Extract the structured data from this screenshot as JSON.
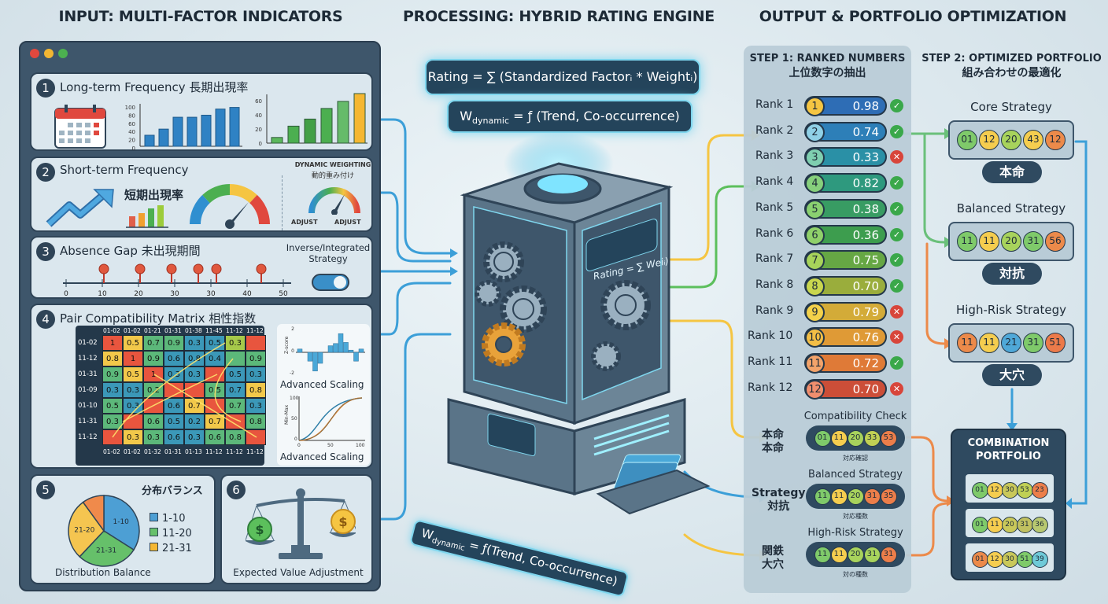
{
  "headers": {
    "input": "INPUT: MULTI-FACTOR INDICATORS",
    "processing": "PROCESSING: HYBRID RATING ENGINE",
    "output": "OUTPUT & PORTFOLIO OPTIMIZATION"
  },
  "window_dots": [
    "#e0483e",
    "#f2b632",
    "#4cb050"
  ],
  "panels": {
    "p1": {
      "num": "1",
      "title": "Long-term Frequency 長期出現率",
      "chart_a": {
        "ticks": [
          "100",
          "80",
          "60",
          "40",
          "20",
          "0"
        ],
        "values": [
          27,
          42,
          71,
          71,
          76,
          91,
          95
        ],
        "color": "#2f82c4"
      },
      "chart_b": {
        "ticks": [
          "60",
          "40",
          "20",
          "0"
        ],
        "values": [
          8,
          24,
          34,
          49,
          59,
          70
        ],
        "colors": [
          "#5cb85c",
          "#4caf50",
          "#43a047",
          "#4caf50",
          "#66bb6a",
          "#f5b731"
        ]
      }
    },
    "p2": {
      "num": "2",
      "title": "Short-term Frequency",
      "title_jp": "短期出現率",
      "dyn_title": "DYNAMIC WEIGHTING",
      "dyn_jp": "動的重み付け",
      "adjust_left": "ADJUST",
      "adjust_right": "ADJUST"
    },
    "p3": {
      "num": "3",
      "title": "Absence Gap 未出現期間",
      "axis": [
        "0",
        "10",
        "20",
        "30",
        "30",
        "40",
        "50"
      ],
      "toggle_label": "Inverse/Integrated Strategy",
      "toggle_on": true
    },
    "p4": {
      "num": "4",
      "title": "Pair Compatibility Matrix 相性指数",
      "row_headers": [
        "01-02",
        "11-12",
        "01-31",
        "01-09",
        "01-10",
        "11-31",
        "11-12"
      ],
      "col_headers_top": [
        "01-02",
        "01-02",
        "01-21",
        "01-31",
        "01-38",
        "11-45",
        "11-12",
        "11-12"
      ],
      "col_headers_bottom": [
        "01-02",
        "01-02",
        "01-32",
        "01-31",
        "01-13",
        "11-12",
        "11-12",
        "11-12"
      ],
      "cells": [
        [
          [
            "1",
            "r"
          ],
          [
            "0.5",
            "y"
          ],
          [
            "0.7",
            "g"
          ],
          [
            "0.9",
            "g"
          ],
          [
            "0.3",
            "b"
          ],
          [
            "0.5",
            "b"
          ],
          [
            "0.3",
            "l"
          ],
          [
            "",
            "r"
          ]
        ],
        [
          [
            "0.8",
            "y"
          ],
          [
            "1",
            "r"
          ],
          [
            "0.9",
            "g"
          ],
          [
            "0.6",
            "b"
          ],
          [
            "0.8",
            "b"
          ],
          [
            "0.4",
            "b"
          ],
          [
            "",
            "g"
          ],
          [
            "0.9",
            "g"
          ]
        ],
        [
          [
            "0.9",
            "g"
          ],
          [
            "0.5",
            "y"
          ],
          [
            "1",
            "r"
          ],
          [
            "0.3",
            "b"
          ],
          [
            "0.3",
            "b"
          ],
          [
            "",
            "r"
          ],
          [
            "0.5",
            "b"
          ],
          [
            "0.3",
            "b"
          ]
        ],
        [
          [
            "0.3",
            "b"
          ],
          [
            "0.3",
            "b"
          ],
          [
            "0.2",
            "g"
          ],
          [
            "",
            "r"
          ],
          [
            "",
            "r"
          ],
          [
            "0.5",
            "g"
          ],
          [
            "0.7",
            "b"
          ],
          [
            "0.8",
            "y"
          ]
        ],
        [
          [
            "0.5",
            "g"
          ],
          [
            "0.3",
            "b"
          ],
          [
            "",
            "r"
          ],
          [
            "0.6",
            "b"
          ],
          [
            "0.7",
            "y"
          ],
          [
            "",
            "r"
          ],
          [
            "0.7",
            "g"
          ],
          [
            "0.3",
            "b"
          ]
        ],
        [
          [
            "0.3",
            "g"
          ],
          [
            "",
            "r"
          ],
          [
            "0.6",
            "g"
          ],
          [
            "0.5",
            "b"
          ],
          [
            "0.2",
            "b"
          ],
          [
            "0.7",
            "y"
          ],
          [
            "",
            "r"
          ],
          [
            "0.8",
            "g"
          ]
        ],
        [
          [
            "",
            "r"
          ],
          [
            "0.3",
            "y"
          ],
          [
            "0.3",
            "g"
          ],
          [
            "0.6",
            "b"
          ],
          [
            "0.3",
            "b"
          ],
          [
            "0.6",
            "g"
          ],
          [
            "0.8",
            "g"
          ],
          [
            "",
            "r"
          ]
        ]
      ],
      "zscore": {
        "ylabel": "Z-score",
        "ticks": [
          "2",
          "0",
          "-2"
        ],
        "values": [
          0.3,
          0,
          -0.8,
          -1.7,
          -1,
          0,
          0.6,
          0.8,
          1.7,
          0.9,
          0.2,
          -0.8,
          0.3
        ],
        "caption": "Advanced Scaling"
      },
      "minmax": {
        "ylabel": "Min-Max",
        "yticks": [
          "100",
          "50",
          "0"
        ],
        "xticks": [
          "0",
          "50",
          "100"
        ],
        "caption": "Advanced Scaling"
      }
    },
    "p5": {
      "num": "5",
      "title_jp": "分布バランス",
      "caption": "Distribution Balance",
      "slices": [
        {
          "label": "1-10",
          "value": 34,
          "color": "#4d9fd4"
        },
        {
          "label": "21-31",
          "value": 28,
          "color": "#66c06a"
        },
        {
          "label": "21-20",
          "value": 28,
          "color": "#f5c550"
        },
        {
          "label": "",
          "value": 10,
          "color": "#f08a4b"
        }
      ],
      "legend": [
        {
          "label": "1-10",
          "color": "#4d9fd4"
        },
        {
          "label": "11-20",
          "color": "#66c06a"
        },
        {
          "label": "21-31",
          "color": "#f5b731"
        }
      ]
    },
    "p6": {
      "num": "6",
      "caption": "Expected Value Adjustment",
      "coin": "$"
    }
  },
  "engine": {
    "formula_rating": "Rating = ∑ (Standardized Factorᵢ * Weightᵢ)",
    "formula_dynamic_w": "W",
    "formula_dynamic_sub": "dynamic",
    "formula_dynamic_rest": " = ƒ (Trend, Co-occurrence)",
    "screen_formula": "Rating = ∑ Weiᵢ)",
    "bottom_formula_w": "W",
    "bottom_formula_sub": "dynamic",
    "bottom_formula_rest": " = ƒ(Trend, Co-occurrence)"
  },
  "step1": {
    "title": "STEP 1: RANKED NUMBERS",
    "title_jp": "上位数字の抽出",
    "ranks": [
      {
        "label": "Rank 1",
        "num": "1",
        "score": "0.98",
        "ok": true,
        "ball": "#f5c542",
        "bar": "#2e6db5"
      },
      {
        "label": "Rank 2",
        "num": "2",
        "score": "0.74",
        "ok": true,
        "ball": "#8fd0e6",
        "bar": "#2d7fb8"
      },
      {
        "label": "Rank 3",
        "num": "3",
        "score": "0.33",
        "ok": false,
        "ball": "#7fcfb0",
        "bar": "#2a90a6"
      },
      {
        "label": "Rank 4",
        "num": "4",
        "score": "0.82",
        "ok": true,
        "ball": "#86cf7c",
        "bar": "#2e997e"
      },
      {
        "label": "Rank 5",
        "num": "5",
        "score": "0.38",
        "ok": true,
        "ball": "#8ad070",
        "bar": "#389c63"
      },
      {
        "label": "Rank 6",
        "num": "6",
        "score": "0.36",
        "ok": true,
        "ball": "#8fd06a",
        "bar": "#3d9d4e"
      },
      {
        "label": "Rank 7",
        "num": "7",
        "score": "0.75",
        "ok": true,
        "ball": "#a7d35a",
        "bar": "#66a744"
      },
      {
        "label": "Rank 8",
        "num": "8",
        "score": "0.70",
        "ok": true,
        "ball": "#c9d64e",
        "bar": "#9aad3c"
      },
      {
        "label": "Rank 9",
        "num": "9",
        "score": "0.79",
        "ok": false,
        "ball": "#f3d14a",
        "bar": "#d3ab38"
      },
      {
        "label": "Rank 10",
        "num": "10",
        "score": "0.76",
        "ok": false,
        "ball": "#f3be45",
        "bar": "#df9a36"
      },
      {
        "label": "Rank 11",
        "num": "11",
        "score": "0.72",
        "ok": true,
        "ball": "#f3a36a",
        "bar": "#df7a37"
      },
      {
        "label": "Rank 12",
        "num": "12",
        "score": "0.70",
        "ok": false,
        "ball": "#f08e6e",
        "bar": "#cc4e38"
      }
    ],
    "compat": [
      {
        "title": "Compatibility Check",
        "left": "本命\n本命",
        "caption": "対応確認",
        "balls": [
          [
            "01",
            "#7fca6a"
          ],
          [
            "11",
            "#f5cd4f"
          ],
          [
            "20",
            "#a8d35c"
          ],
          [
            "33",
            "#c0d054"
          ],
          [
            "53",
            "#ec7e4a"
          ]
        ]
      },
      {
        "title": "Balanced Strategy",
        "left": "Strategy\n対抗",
        "caption": "対応種数",
        "balls": [
          [
            "11",
            "#7fca6a"
          ],
          [
            "11",
            "#f5cd4f"
          ],
          [
            "20",
            "#a8d35c"
          ],
          [
            "31",
            "#ec7e4a"
          ],
          [
            "35",
            "#ec7e4a"
          ]
        ]
      },
      {
        "title": "High-Risk Strategy",
        "left": "関鉄\n大穴",
        "caption": "対の種数",
        "balls": [
          [
            "11",
            "#7fca6a"
          ],
          [
            "11",
            "#f5cd4f"
          ],
          [
            "20",
            "#a8d35c"
          ],
          [
            "31",
            "#a8d35c"
          ],
          [
            "31",
            "#ec7e4a"
          ]
        ]
      }
    ]
  },
  "step2": {
    "title": "STEP 2: OPTIMIZED PORTFOLIO",
    "title_jp": "組み合わせの最適化",
    "strategies": [
      {
        "name": "Core Strategy",
        "tag": "本命",
        "balls": [
          [
            "01",
            "#7fca6a"
          ],
          [
            "12",
            "#f5cd4f"
          ],
          [
            "20",
            "#a8d35c"
          ],
          [
            "43",
            "#f5cd4f"
          ],
          [
            "12",
            "#ec8a4a"
          ]
        ]
      },
      {
        "name": "Balanced Strategy",
        "tag": "対抗",
        "balls": [
          [
            "11",
            "#7fca6a"
          ],
          [
            "11",
            "#f5cd4f"
          ],
          [
            "20",
            "#a8d35c"
          ],
          [
            "31",
            "#7fca6a"
          ],
          [
            "56",
            "#ec8a4a"
          ]
        ]
      },
      {
        "name": "High-Risk Strategy",
        "tag": "大穴",
        "balls": [
          [
            "11",
            "#ec8a4a"
          ],
          [
            "11",
            "#f5cd4f"
          ],
          [
            "21",
            "#4fa8d8"
          ],
          [
            "31",
            "#7fca6a"
          ],
          [
            "51",
            "#ec7a4a"
          ]
        ]
      }
    ],
    "combination": {
      "title": "COMBINATION PORTFOLIO",
      "rows": [
        [
          [
            "01",
            "#7fca6a"
          ],
          [
            "12",
            "#f5cd4f"
          ],
          [
            "30",
            "#c9c85a"
          ],
          [
            "53",
            "#c0d054"
          ],
          [
            "23",
            "#ec7e4a"
          ]
        ],
        [
          [
            "01",
            "#7fca6a"
          ],
          [
            "11",
            "#f5cd4f"
          ],
          [
            "20",
            "#c9c85a"
          ],
          [
            "31",
            "#c0c060"
          ],
          [
            "36",
            "#b8c870"
          ]
        ],
        [
          [
            "01",
            "#ec8a4a"
          ],
          [
            "12",
            "#f5cd4f"
          ],
          [
            "30",
            "#c9c85a"
          ],
          [
            "51",
            "#7fca6a"
          ],
          [
            "39",
            "#6fcad8"
          ]
        ]
      ]
    }
  }
}
